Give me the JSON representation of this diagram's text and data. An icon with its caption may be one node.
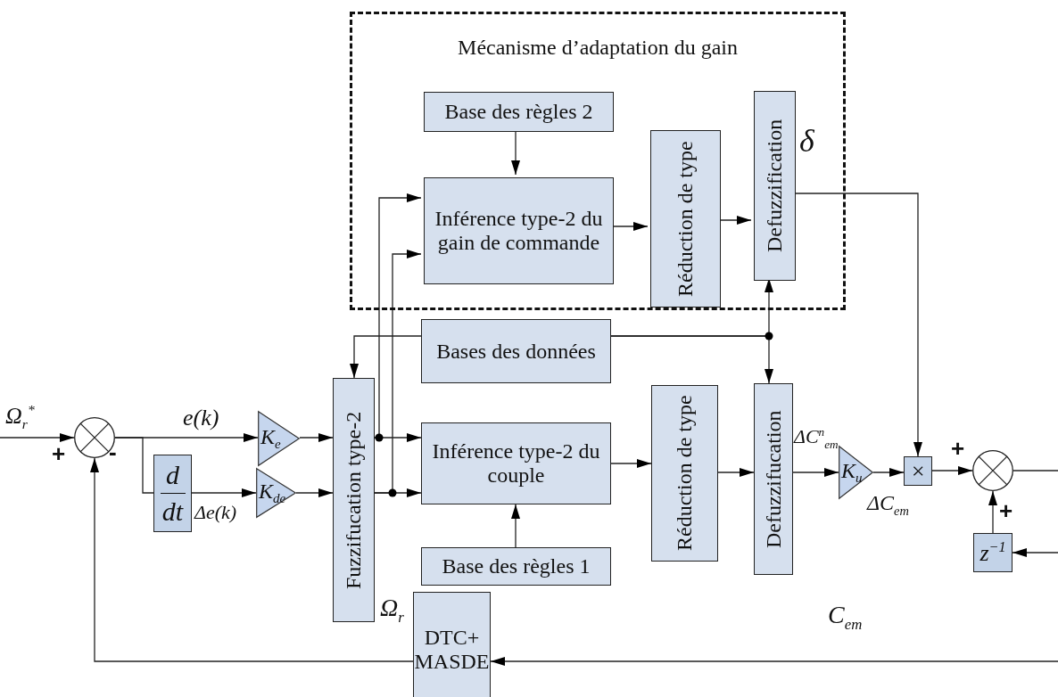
{
  "diagram": {
    "nodes": [
      {
        "text": [
          "Mécanisme d’adaptation du gain"
        ]
      },
      {
        "text": [
          "Base des règles 2"
        ],
        "in": 0
      },
      {
        "text": [
          "Inférence type-2 du gain de commande"
        ],
        "in": 0
      },
      {
        "text": [
          "Réduction de type"
        ],
        "in": 0
      },
      {
        "text": [
          "Defuzzification"
        ],
        "in": 0
      },
      {
        "text": [
          "Bases des données"
        ]
      },
      {
        "text": [
          "Fuzzifucation type-2"
        ]
      },
      {
        "text": [
          "Inférence type-2 du couple"
        ]
      },
      {
        "text": [
          "Base des règles 1"
        ]
      },
      {
        "text": [
          "Réduction de type"
        ]
      },
      {
        "text": [
          "Defuzzifucation"
        ]
      },
      {
        "text": [],
        "shape": "circle"
      },
      {
        "text": [
          "d",
          "dt"
        ]
      },
      {
        "text": [
          "K$_{e}$"
        ]
      },
      {
        "text": [
          "K$_{de}$"
        ]
      },
      {
        "text": [
          "K$_{u}$"
        ]
      },
      {
        "text": [
          "×"
        ]
      },
      {
        "text": [],
        "shape": "circle"
      },
      {
        "text": [
          "z$^{−1}$"
        ]
      },
      {
        "text": [
          "DTC+ MASDE"
        ]
      }
    ],
    "edges": [
      {
        "from": null,
        "to": 11,
        "arrow": "to"
      },
      {
        "from": 11,
        "to": 13,
        "arrow": "to"
      },
      {
        "from": 11,
        "to": 12,
        "arrow": "none"
      },
      {
        "from": 12,
        "to": 14,
        "arrow": "to"
      },
      {
        "from": 13,
        "to": 6,
        "arrow": "to"
      },
      {
        "from": 14,
        "to": 6,
        "arrow": "to"
      },
      {
        "from": 6,
        "to": 7,
        "arrow": "to"
      },
      {
        "from": 6,
        "to": 7,
        "arrow": "to"
      },
      {
        "from": 6,
        "to": 2,
        "arrow": "to"
      },
      {
        "from": 6,
        "to": 2,
        "arrow": "to"
      },
      {
        "from": 5,
        "to": 6,
        "arrow": "to"
      },
      {
        "from": 5,
        "to": 10,
        "arrow": "to"
      },
      {
        "from": 5,
        "to": 4,
        "arrow": "to"
      },
      {
        "from": 1,
        "to": 2,
        "arrow": "to"
      },
      {
        "from": 2,
        "to": 3,
        "arrow": "to"
      },
      {
        "from": 3,
        "to": 4,
        "arrow": "to"
      },
      {
        "from": 8,
        "to": 7,
        "arrow": "to"
      },
      {
        "from": 7,
        "to": 9,
        "arrow": "to"
      },
      {
        "from": 9,
        "to": 10,
        "arrow": "to"
      },
      {
        "from": 10,
        "to": 15,
        "arrow": "to"
      },
      {
        "from": 15,
        "to": 16,
        "arrow": "to"
      },
      {
        "from": 4,
        "to": 16,
        "arrow": "to"
      },
      {
        "from": 16,
        "to": 17,
        "arrow": "to"
      },
      {
        "from": 17,
        "to": null,
        "arrow": "none"
      },
      {
        "from": null,
        "to": 18,
        "arrow": "to"
      },
      {
        "from": 18,
        "to": 17,
        "arrow": "to"
      },
      {
        "from": null,
        "to": 19,
        "arrow": "to"
      },
      {
        "from": 19,
        "to": 11,
        "arrow": "to"
      }
    ],
    "labels": [
      "δ",
      "Ω$_{r}$$^{*}$",
      "e(k)",
      "ΔC$^{n}$$_{em}$",
      "+",
      "-",
      "+",
      "Δe(k)",
      "ΔC$_{em}$",
      "+",
      "Ω$_{r}$",
      "C$_{em}$"
    ]
  }
}
